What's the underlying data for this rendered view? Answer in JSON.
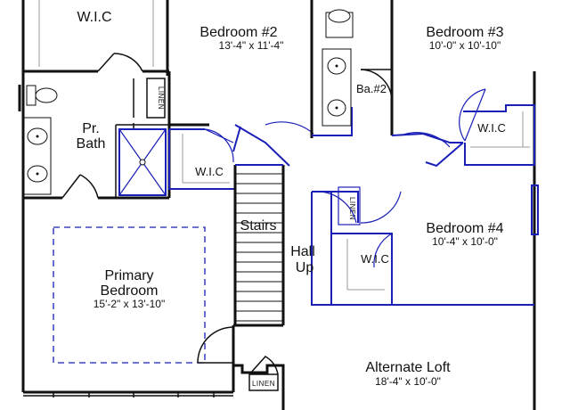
{
  "colors": {
    "wall": "#111111",
    "accent": "#1a1fb8",
    "background": "#ffffff"
  },
  "rooms": {
    "wic_top": {
      "name": "W.I.C"
    },
    "bedroom2": {
      "name": "Bedroom #2",
      "dims": "13'-4\" x 11'-4\""
    },
    "bedroom3": {
      "name": "Bedroom #3",
      "dims": "10'-0\" x 10'-10\""
    },
    "bath2": {
      "name": "Ba.#2"
    },
    "primary_bath": {
      "name_line1": "Pr.",
      "name_line2": "Bath"
    },
    "wic_bed2": {
      "name": "W.I.C"
    },
    "wic_bed3": {
      "name": "W.I.C"
    },
    "stairs": {
      "name": "Stairs"
    },
    "hall": {
      "name_line1": "Hall",
      "name_line2": "Up"
    },
    "bedroom4": {
      "name": "Bedroom #4",
      "dims": "10'-4\" x 10'-0\""
    },
    "wic_bed4": {
      "name": "W.I.C"
    },
    "primary_bedroom": {
      "name_line1": "Primary",
      "name_line2": "Bedroom",
      "dims": "15'-2\" x 13'-10\""
    },
    "alternate_loft": {
      "name": "Alternate Loft",
      "dims": "18'-4\" x 10'-0\""
    }
  },
  "linen_labels": {
    "primary_bath": "LINEN",
    "bedroom4": "LINEN",
    "loft": "LINEN"
  }
}
